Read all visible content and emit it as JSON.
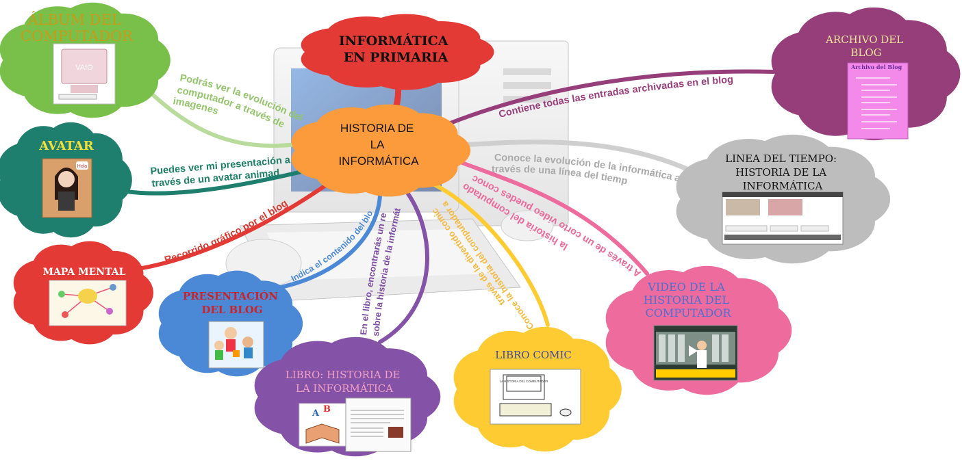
{
  "center": {
    "lines": [
      "HISTORIA DE",
      "LA",
      "INFORMÁTICA"
    ]
  },
  "top_title": {
    "lines": [
      "INFORMÁTICA",
      "EN PRIMARIA"
    ]
  },
  "nodes": {
    "album": {
      "lines": [
        "ÁLBUM DEL",
        "COMPUTADOR"
      ],
      "thumb_text": "VAIO"
    },
    "avatar": {
      "lines": [
        "AVATAR"
      ],
      "thumb_text": "Hola"
    },
    "mapa": {
      "lines": [
        "MAPA MENTAL"
      ]
    },
    "presentacion": {
      "lines": [
        "PRESENTACIÓN",
        "DEL BLOG"
      ]
    },
    "libro": {
      "lines": [
        "LIBRO: HISTORIA DE",
        "LA INFORMÁTICA"
      ]
    },
    "comic": {
      "lines": [
        "LIBRO COMIC"
      ],
      "thumb_text": "LA HISTORIA DEL COMPUTADOR"
    },
    "video": {
      "lines": [
        "VIDEO DE LA",
        "HISTORIA DEL",
        "COMPUTADOR"
      ]
    },
    "linea": {
      "lines": [
        "LINEA DEL TIEMPO:",
        "HISTORIA DE LA",
        "INFORMÁTICA"
      ]
    },
    "archivo": {
      "lines": [
        "ARCHIVO DEL",
        "BLOG"
      ],
      "thumb_text": "Archivo del Blog"
    }
  },
  "labels": {
    "album": [
      "Podrás ver la evolución del",
      "computador a través de",
      "imagenes"
    ],
    "avatar": [
      "Puedes ver mi presentación a",
      "través de un avatar animado"
    ],
    "mapa": [
      "Recorrido gráfico por el blog"
    ],
    "presentacion": [
      "Indica el contenido del blog"
    ],
    "libro": [
      "En el libro, encontrarás un resumen",
      "sobre la historia de la informática"
    ],
    "comic": [
      "Conoce la historia del computador a",
      "través de la divertido comic"
    ],
    "video": [
      "A través de un corto video puedes conocer",
      "la historia del computador"
    ],
    "linea": [
      "Conoce la evolución de la informática a",
      "través de una línea del tiempo"
    ],
    "archivo": [
      "Contiene todas las entradas archivadas en el blog"
    ]
  },
  "colors": {
    "center": "#fb9b3c",
    "top": "#e33a36",
    "album": "#79c04a",
    "avatar": "#1f7f6e",
    "mapa": "#e33a36",
    "presentacion": "#4b89d6",
    "libro": "#8452a6",
    "comic": "#ffcb33",
    "video": "#ee6b9e",
    "linea": "#bdbdbd",
    "archivo": "#963e7a",
    "label_album": "#93c56b",
    "label_avatar": "#1e8066",
    "label_mapa": "#d8382f",
    "label_presentacion": "#4b89d6",
    "label_libro": "#7d4ca2",
    "label_comic": "#f6b93b",
    "label_video": "#ec6a9a",
    "label_linea": "#aaaaaa",
    "label_archivo": "#9b3f7c"
  }
}
